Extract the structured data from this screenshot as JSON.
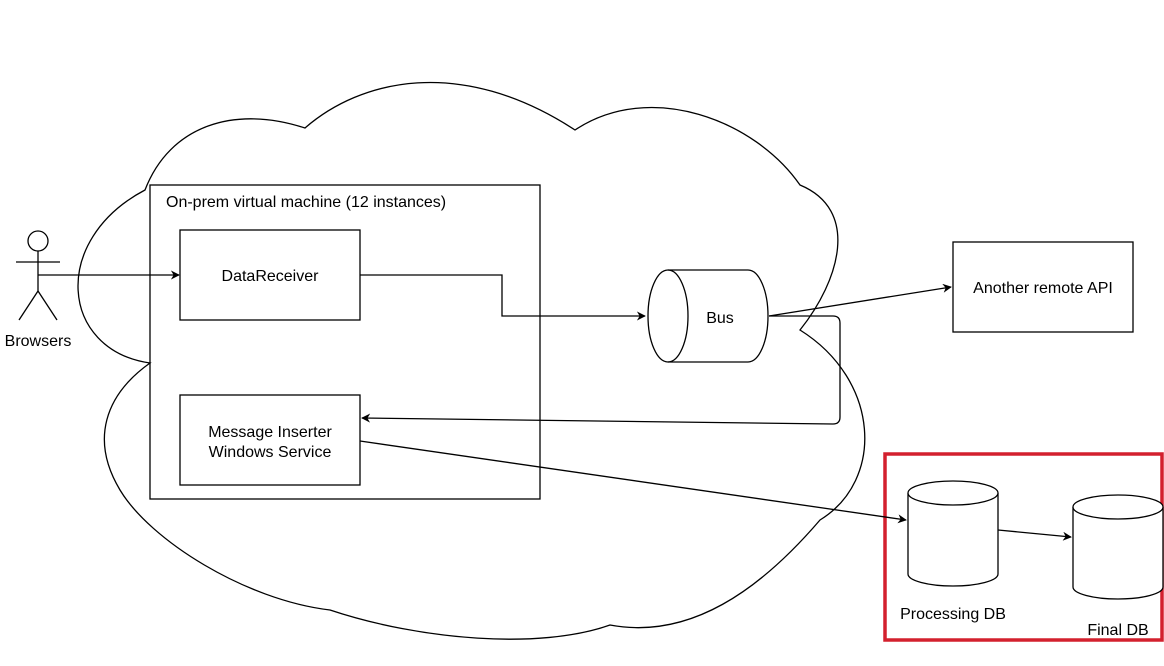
{
  "diagram": {
    "vm_label": "On-prem virtual machine (12 instances)",
    "actor_label": "Browsers",
    "data_receiver_label": "DataReceiver",
    "message_inserter_line1": "Message Inserter",
    "message_inserter_line2": "Windows Service",
    "bus_label": "Bus",
    "remote_api_label": "Another remote API",
    "processing_db_label": "Processing DB",
    "final_db_label": "Final DB"
  },
  "colors": {
    "stroke": "#000000",
    "highlight": "#d3202e",
    "fill": "#ffffff"
  }
}
